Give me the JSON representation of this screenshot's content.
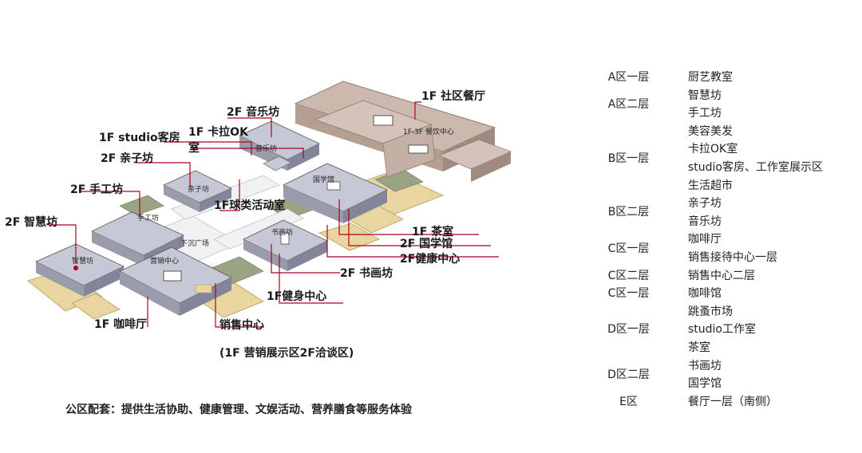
{
  "diagram": {
    "labels": {
      "community_restaurant": "1F 社区餐厅",
      "music_workshop": "2F 音乐坊",
      "studio_guestroom": "1F studio客房",
      "karaoke": "1F  卡拉OK",
      "karaoke_room": "室",
      "parent_child": "2F 亲子坊",
      "handcraft": "2F 手工坊",
      "ball_room": "1F球类活动室",
      "wisdom": "2F 智慧坊",
      "tea_room": "1F 茶室",
      "guoxue": "2F 国学馆",
      "health_center_2f": "2F健康中心",
      "calligraphy": "2F  书画坊",
      "gym": "1F健身中心",
      "cafe": "1F   咖啡厅",
      "sales_center": "销售中心",
      "sales_note": "(1F 营销展示区2F洽谈区)"
    },
    "block_texts": {
      "dining": "1F-3F 餐饮中心",
      "music": "音乐坊",
      "parent": "亲子坊",
      "guoxue": "国学馆",
      "hand": "手工坊",
      "calli": "书画坊",
      "plaza": "下沉广场",
      "wisdom": "智慧坊",
      "sales": "营销中心"
    }
  },
  "footer": "公区配套：提供生活协助、健康管理、文娱活动、营养膳食等服务体验",
  "table": [
    {
      "zone": "A区一层",
      "items": [
        "厨艺教室"
      ]
    },
    {
      "zone": "A区二层",
      "items": [
        "智慧坊",
        "手工坊"
      ]
    },
    {
      "zone": "B区一层",
      "items": [
        "美容美发",
        "卡拉OK室",
        "studio客房、工作室展示区",
        "生活超市"
      ]
    },
    {
      "zone": "B区二层",
      "items": [
        "亲子坊",
        "音乐坊"
      ]
    },
    {
      "zone": "C区一层",
      "items": [
        "咖啡厅",
        "销售接待中心一层"
      ]
    },
    {
      "zone": "C区二层",
      "items": [
        "销售中心二层"
      ]
    },
    {
      "zone": "C区一层",
      "items": [
        "咖啡馆"
      ]
    },
    {
      "zone": "D区一层",
      "items": [
        "跳蚤市场",
        "studio工作室",
        "茶室"
      ]
    },
    {
      "zone": "D区二层",
      "items": [
        "书画坊",
        "国学馆"
      ]
    },
    {
      "zone": "E区",
      "items": [
        "餐厅一层（南侧）"
      ]
    }
  ],
  "colors": {
    "building_roof": "#c6c8d6",
    "building_side": "#9a9cab",
    "dining_roof": "#cdb8ad",
    "courtyard": "#e8d5a0",
    "green": "#9aa383",
    "leader_line": "#b00020"
  }
}
